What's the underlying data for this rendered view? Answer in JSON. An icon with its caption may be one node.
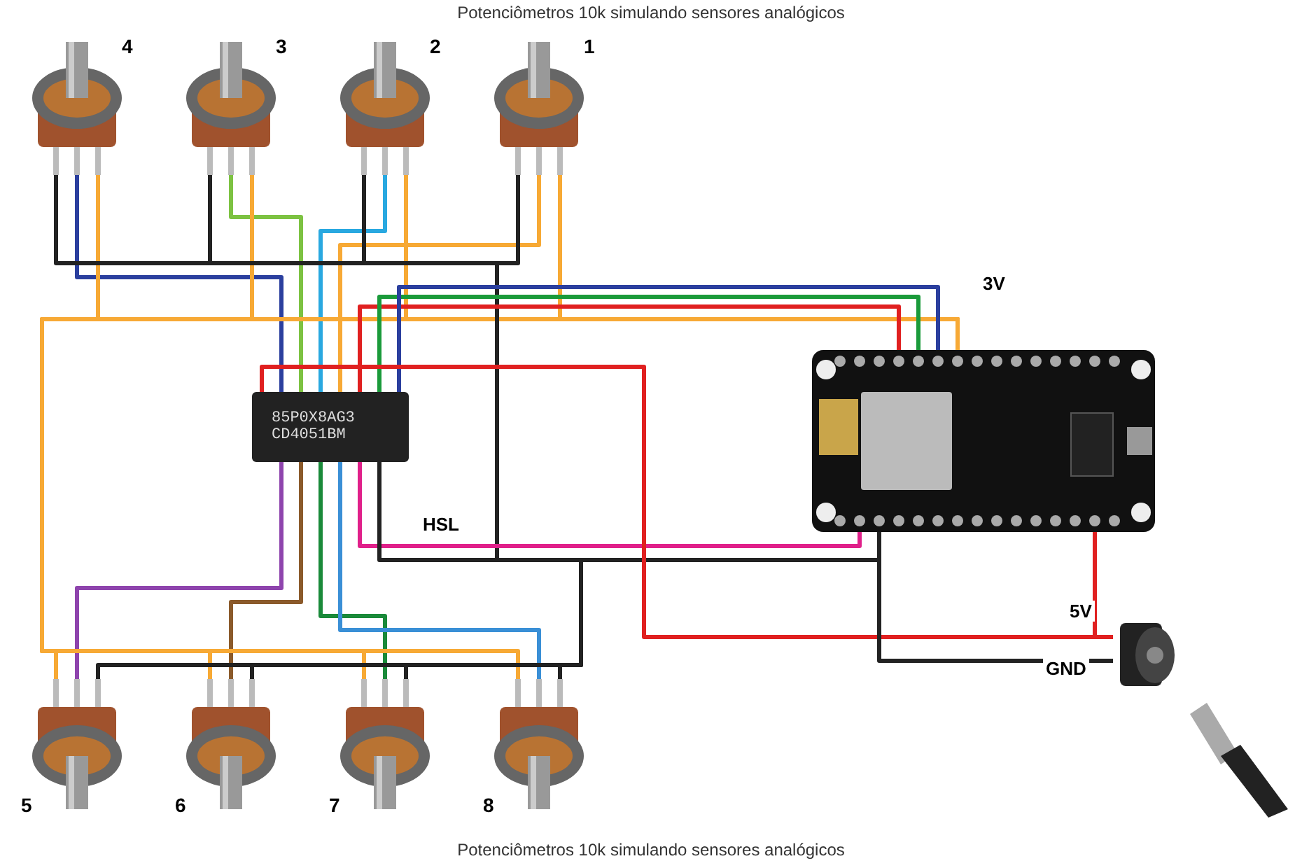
{
  "diagram": {
    "title": "Potenciômetros 10k simulando sensores analógicos",
    "caption": "Potenciômetros 10k simulando sensores analógicos",
    "nodes": [
      {
        "text": [
          "4"
        ]
      },
      {
        "text": [
          "3"
        ]
      },
      {
        "text": [
          "2"
        ]
      },
      {
        "text": [
          "1"
        ]
      },
      {
        "text": [
          "85P0X8AG3",
          "CD4051BM"
        ]
      },
      {
        "text": [],
        "shape": "picture"
      },
      {
        "text": [],
        "shape": "picture"
      },
      {
        "text": [],
        "shape": "picture"
      },
      {
        "text": [
          "5"
        ]
      },
      {
        "text": [
          "6"
        ]
      },
      {
        "text": [
          "7"
        ]
      },
      {
        "text": [
          "8"
        ]
      }
    ],
    "edges": [
      {
        "from": 0,
        "to": 4,
        "arrow": "none",
        "color": "#2b3f9e"
      },
      {
        "from": 1,
        "to": 4,
        "arrow": "none",
        "color": "#7dc242"
      },
      {
        "from": 2,
        "to": 4,
        "arrow": "none",
        "color": "#29a8e0"
      },
      {
        "from": 3,
        "to": 4,
        "arrow": "none",
        "color": "#f7a935"
      },
      {
        "from": 8,
        "to": 4,
        "arrow": "none",
        "color": "#8e44ad"
      },
      {
        "from": 9,
        "to": 4,
        "arrow": "none",
        "color": "#8b5a2b"
      },
      {
        "from": 10,
        "to": 4,
        "arrow": "none",
        "color": "#1a8a3a"
      },
      {
        "from": 11,
        "to": 4,
        "arrow": "none",
        "color": "#3a8fd6"
      },
      {
        "from": 0,
        "to": 5,
        "arrow": "none",
        "color": "#f7a935"
      },
      {
        "from": 1,
        "to": 5,
        "arrow": "none",
        "color": "#f7a935"
      },
      {
        "from": 2,
        "to": 5,
        "arrow": "none",
        "color": "#f7a935"
      },
      {
        "from": 3,
        "to": 5,
        "arrow": "none",
        "color": "#f7a935",
        "label": "3V"
      },
      {
        "from": 8,
        "to": 5,
        "arrow": "none",
        "color": "#f7a935"
      },
      {
        "from": 9,
        "to": 5,
        "arrow": "none",
        "color": "#f7a935"
      },
      {
        "from": 10,
        "to": 5,
        "arrow": "none",
        "color": "#f7a935"
      },
      {
        "from": 11,
        "to": 5,
        "arrow": "none",
        "color": "#f7a935"
      },
      {
        "from": 0,
        "to": 5,
        "arrow": "none"
      },
      {
        "from": 1,
        "to": 5,
        "arrow": "none"
      },
      {
        "from": 2,
        "to": 5,
        "arrow": "none"
      },
      {
        "from": 3,
        "to": 5,
        "arrow": "none"
      },
      {
        "from": 8,
        "to": 5,
        "arrow": "none"
      },
      {
        "from": 9,
        "to": 5,
        "arrow": "none"
      },
      {
        "from": 10,
        "to": 5,
        "arrow": "none"
      },
      {
        "from": 11,
        "to": 5,
        "arrow": "none"
      },
      {
        "from": 4,
        "to": 5,
        "arrow": "none",
        "color": "#e02020"
      },
      {
        "from": 4,
        "to": 5,
        "arrow": "none",
        "color": "#1a9a3a"
      },
      {
        "from": 4,
        "to": 5,
        "arrow": "none",
        "color": "#2b3f9e"
      },
      {
        "from": 4,
        "to": 5,
        "arrow": "none",
        "color": "#e0208a",
        "label": "HSL"
      },
      {
        "from": 4,
        "to": 5,
        "arrow": "none"
      },
      {
        "from": 4,
        "to": 6,
        "arrow": "none",
        "color": "#e02020"
      },
      {
        "from": 5,
        "to": 6,
        "arrow": "none",
        "color": "#e02020",
        "label": "5V"
      },
      {
        "from": 5,
        "to": 6,
        "arrow": "none",
        "label": "GND"
      }
    ]
  }
}
